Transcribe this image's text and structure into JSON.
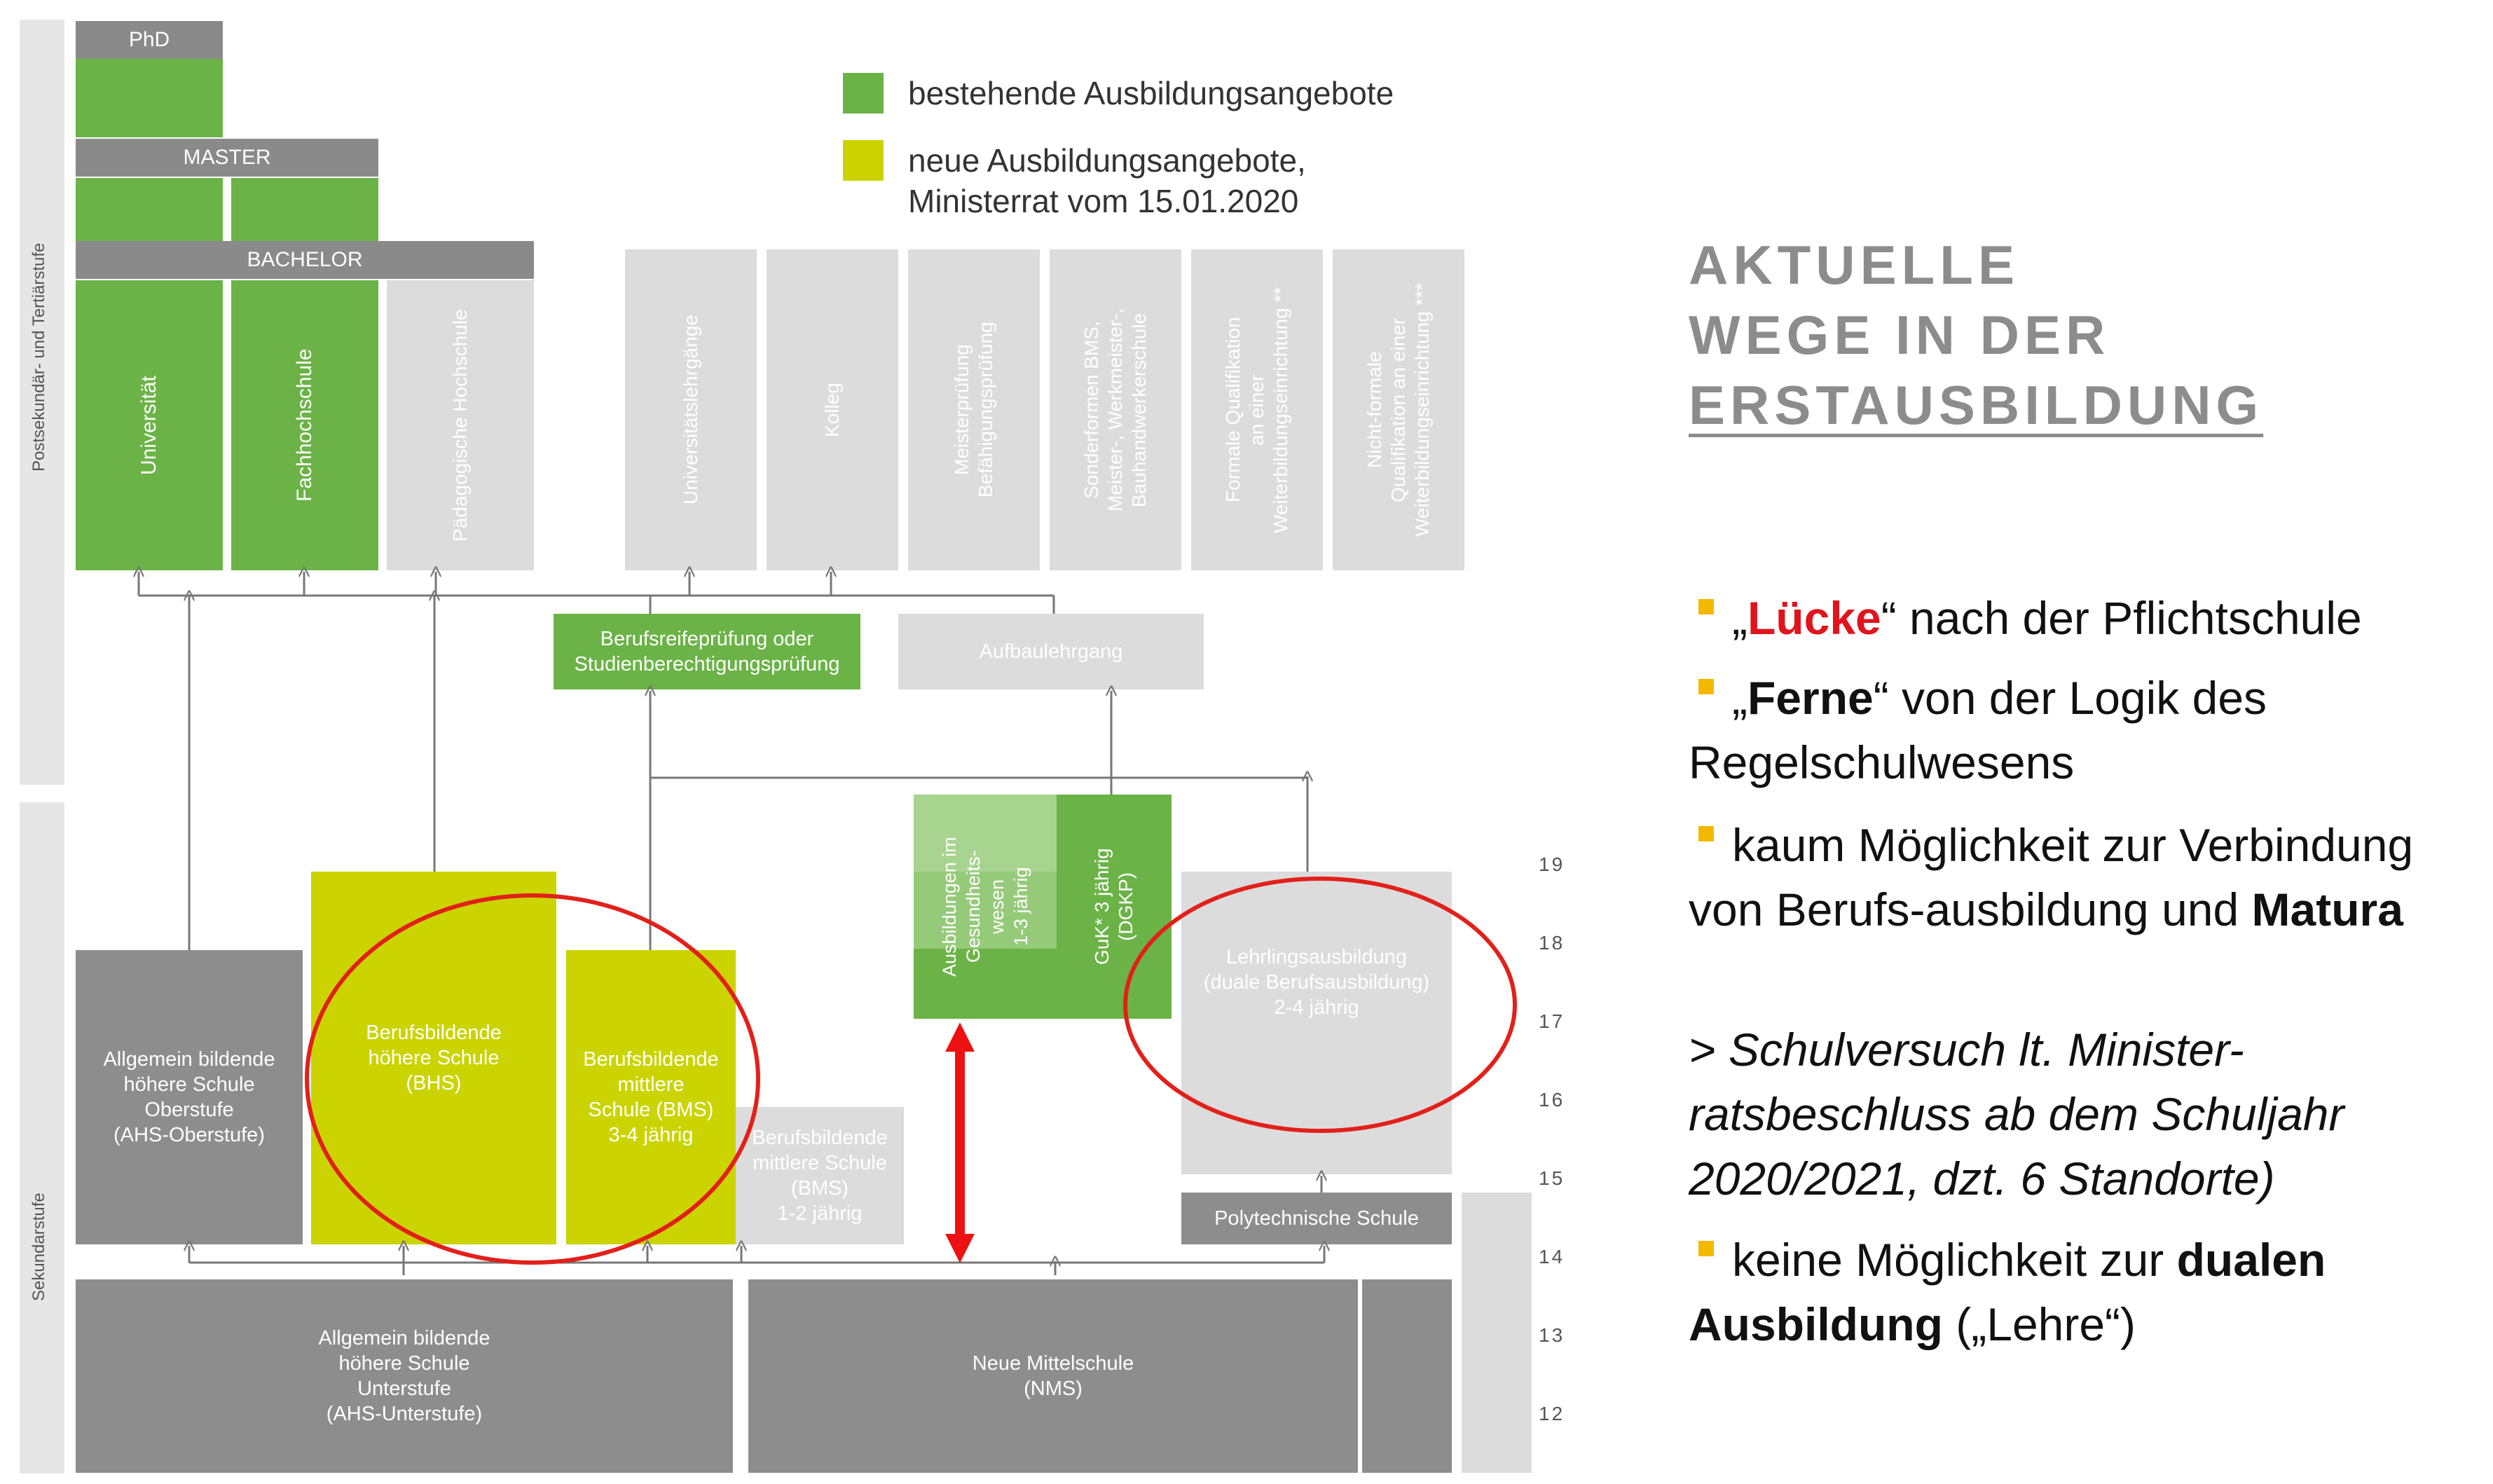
{
  "legend": {
    "existing": {
      "label": "bestehende Ausbildungsangebote",
      "color": "#6bb346"
    },
    "new": {
      "label": "neue Ausbildungsangebote,\nMinisterrat vom 15.01.2020",
      "color": "#cbd400"
    }
  },
  "side_labels": {
    "tertiary": "Postsekundär- und Tertiärstufe",
    "secondary": "Sekundarstufe"
  },
  "degrees": {
    "phd": "PhD",
    "master": "MASTER",
    "bachelor": "BACHELOR"
  },
  "tertiary": {
    "universitaet": "Universität",
    "fachhochschule": "Fachhochschule",
    "paedagogische": "Pädagogische Hochschule",
    "universitaetslehrgaenge": "Universitätslehrgänge",
    "kolleg": "Kolleg",
    "meister": "Meisterprüfung\nBefähigungsprüfung",
    "sonderformen": "Sonderformen BMS,\nMeister-, Werkmeister-,\nBauhandwerkerschule",
    "formale": "Formale Qualifikation\nan einer\nWeiterbildungseinrichtung **",
    "nichtformale": "Nicht-formale\nQualifikation an einer\nWeiterbildungseinrichtung ***"
  },
  "middle": {
    "berufsreife": "Berufsreifeprüfung oder\nStudienberechtigungsprüfung",
    "aufbau": "Aufbaulehrgang"
  },
  "secondary": {
    "ahs_oberstufe": "Allgemein bildende\nhöhere Schule\nOberstufe\n(AHS-Oberstufe)",
    "bhs": "Berufsbildende\nhöhere Schule\n(BHS)",
    "bms_new": "Berufsbildende\nmittlere\nSchule (BMS)\n3-4 jährig",
    "bms_short": "Berufsbildende\nmittlere Schule\n(BMS)\n1-2 jährig",
    "gesundheit": "Ausbildungen im\nGesundheits-\nwesen\n1-3 jährig",
    "guk": "GuK* 3 jährig\n(DGKP)",
    "lehre": "Lehrlingsausbildung\n(duale Berufsausbildung)\n2-4 jährig",
    "poly": "Polytechnische Schule",
    "ahs_unterstufe": "Allgemein bildende\nhöhere Schule\nUnterstufe\n(AHS-Unterstufe)",
    "nms": "Neue Mittelschule\n(NMS)"
  },
  "ages": [
    "19",
    "18",
    "17",
    "16",
    "15",
    "14",
    "13",
    "12"
  ],
  "panel": {
    "title": [
      "AKTUELLE",
      "WEGE IN DER",
      "ERSTAUSBILDUNG"
    ],
    "b1": {
      "open": "„",
      "red": "Lücke",
      "rest": "“ nach der Pflichtschule"
    },
    "b2": {
      "open": "„",
      "bold": "Ferne",
      "rest": "“ von der Logik des Regelschulwesens"
    },
    "b3": {
      "pre": "kaum Möglichkeit zur Verbindung von Berufs-ausbildung und ",
      "bold": "Matura"
    },
    "b4": "> Schulversuch lt. Minister-ratsbeschluss ab dem Schuljahr 2020/2021, dzt. 6 Standorte)",
    "b5": {
      "pre": "keine Möglichkeit zur ",
      "bold1": "dualen",
      "bold2": "Ausbildung",
      "rest": " („Lehre“)"
    }
  }
}
